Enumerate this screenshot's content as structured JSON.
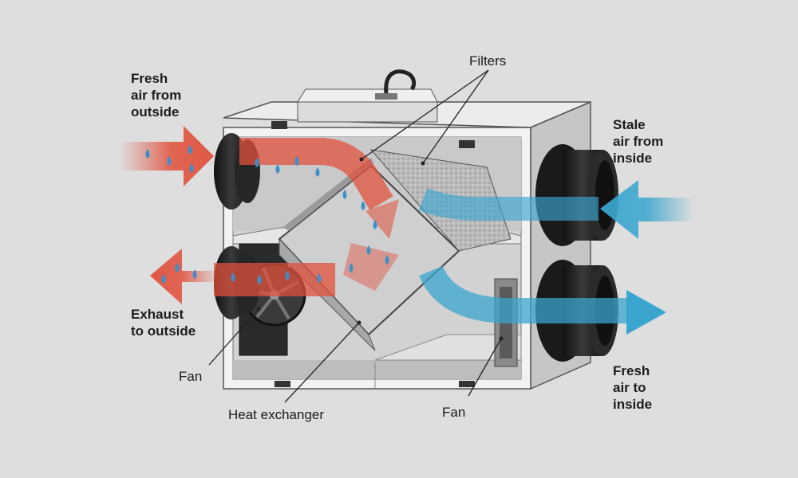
{
  "labels": {
    "filters": "Filters",
    "fresh_in": [
      "Fresh",
      "air from",
      "outside"
    ],
    "exhaust": [
      "Exhaust",
      "to outside"
    ],
    "stale_in": [
      "Stale",
      "air from",
      "inside"
    ],
    "fresh_out": [
      "Fresh",
      "air to",
      "inside"
    ],
    "fan_left": "Fan",
    "fan_right": "Fan",
    "heat_exchanger": "Heat exchanger"
  },
  "colors": {
    "warm_air": "#e0503c",
    "cool_air": "#3aa6cf",
    "droplet": "#3c8fc9",
    "background": "#dedede"
  },
  "icons": {
    "droplet": "water-droplet-icon",
    "fan": "fan-icon",
    "power_cord": "power-cord-icon"
  }
}
